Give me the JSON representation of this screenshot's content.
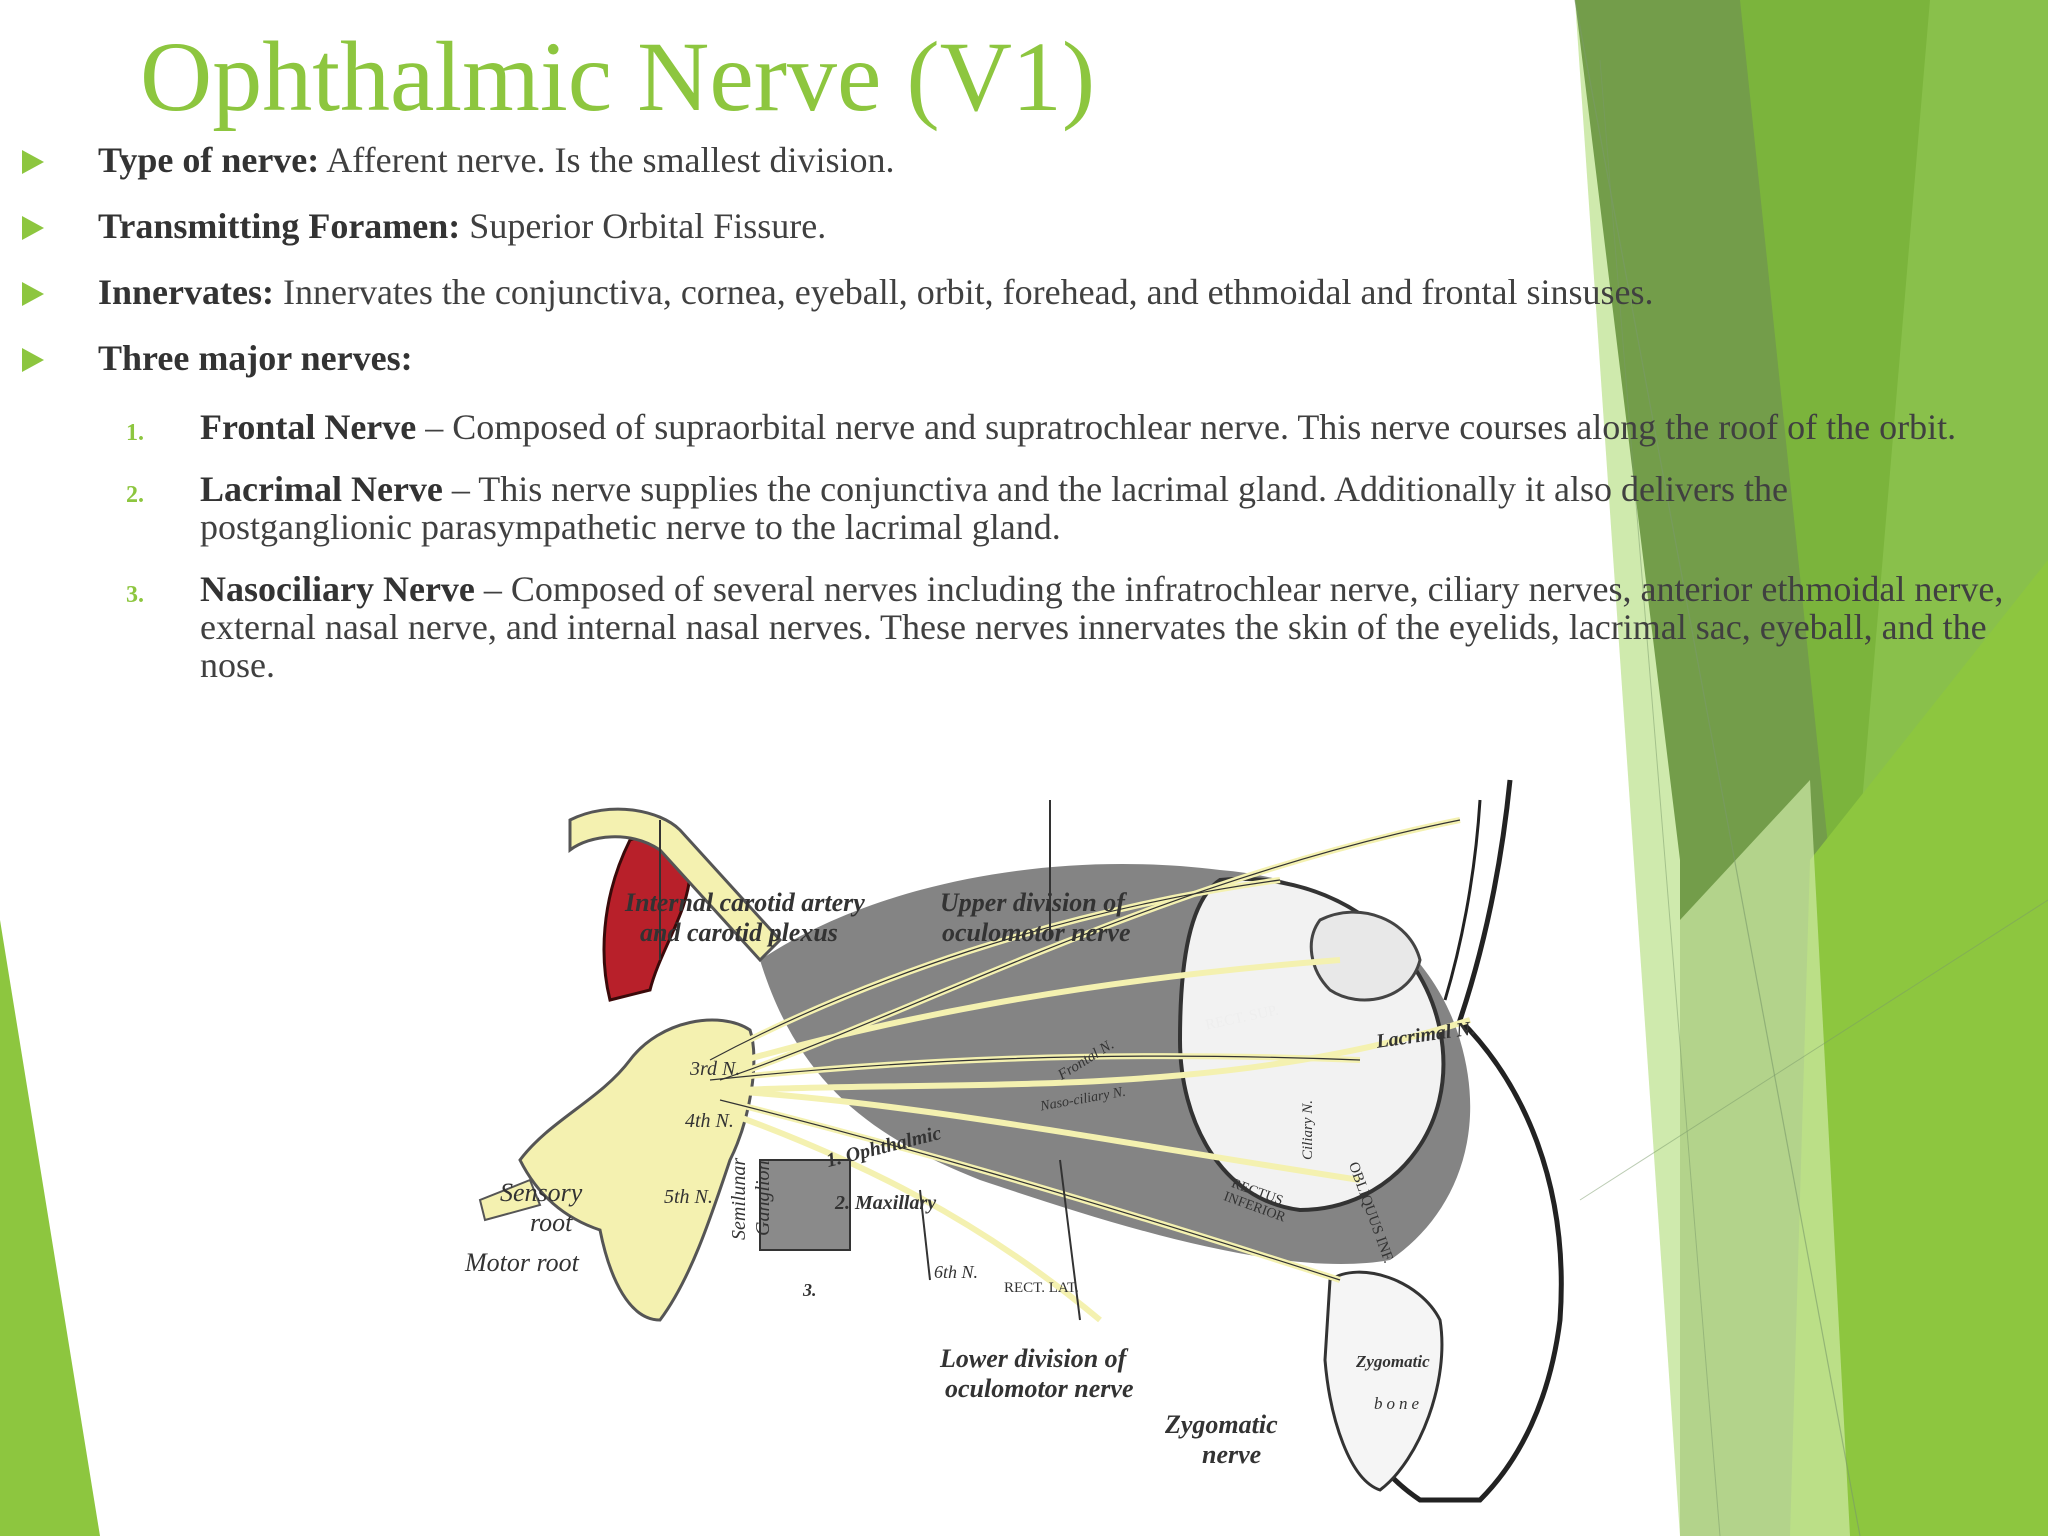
{
  "slide": {
    "title": "Ophthalmic Nerve (V1)",
    "bullets": [
      {
        "label": "Type of  nerve:",
        "text": " Afferent nerve. Is the smallest division."
      },
      {
        "label": "Transmitting Foramen:",
        "text": " Superior Orbital Fissure."
      },
      {
        "label": "Innervates:",
        "text": " Innervates the conjunctiva, cornea, eyeball, orbit, forehead, and ethmoidal and frontal sinsuses."
      },
      {
        "label": "Three major nerves:",
        "text": ""
      }
    ],
    "nerves": [
      {
        "number": "1.",
        "name": "Frontal Nerve",
        "text": " – Composed of supraorbital nerve and supratrochlear nerve. This nerve courses along the roof of the orbit."
      },
      {
        "number": "2.",
        "name": "Lacrimal Nerve",
        "text": " – This nerve supplies the conjunctiva and the lacrimal gland. Additionally it also delivers the postganglionic parasympathetic nerve to the lacrimal gland."
      },
      {
        "number": "3.",
        "name": "Nasociliary Nerve",
        "text": " – Composed of several nerves including the infratrochlear nerve, ciliary nerves, anterior ethmoidal nerve, external nasal nerve, and internal nasal nerves. These nerves innervates the skin of the eyelids, lacrimal sac, eyeball, and the nose."
      }
    ]
  },
  "figure": {
    "labels": {
      "carotid_1": "Internal carotid artery",
      "carotid_2": "and carotid plexus",
      "upper_div_1": "Upper division of",
      "upper_div_2": "oculomotor nerve",
      "third_n": "3rd N.",
      "fourth_n": "4th N.",
      "sensory_1": "Sensory",
      "sensory_2": "root",
      "motor": "Motor root",
      "fifth_n": "5th N.",
      "semilunar_1": "Semilunar",
      "semilunar_2": "Ganglion",
      "ophthalmic": "1. Ophthalmic",
      "maxillary": "2. Maxillary",
      "third_div": "3.",
      "sixth_n": "6th N.",
      "rect_lat": "RECT. LAT.",
      "rect_sup": "RECT. SUP.",
      "frontal_n": "Frontal N.",
      "nasociliary_n": "Naso-ciliary N.",
      "lacrimal_n": "Lacrimal N.",
      "ciliary_n": "Ciliary N.",
      "rectus_inf_1": "RECTUS",
      "rectus_inf_2": "INFERIOR",
      "obliquus_inf": "OBLIQUUS INF.",
      "lower_div_1": "Lower division of",
      "lower_div_2": "oculomotor nerve",
      "zygomatic_1": "Zygomatic",
      "zygomatic_2": "nerve",
      "zyg_bone_1": "Zygomatic",
      "zyg_bone_2": "bone"
    }
  },
  "colors": {
    "accent": "#8dc63f",
    "dark_green": "#6a9e3a",
    "nerve_yellow": "#f4f1b0",
    "artery_red": "#b8202a"
  }
}
